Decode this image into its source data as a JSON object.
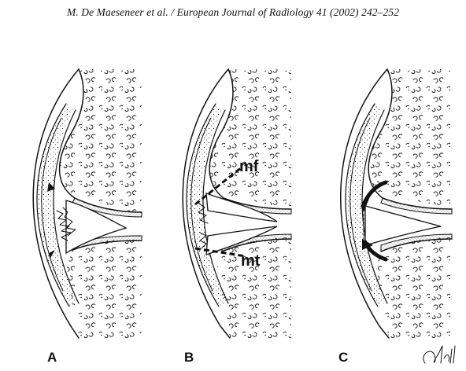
{
  "header": {
    "text": "M. De Maeseneer et al. / European Journal of Radiology 41 (2002) 242–252"
  },
  "figure": {
    "panels": [
      {
        "letter": "A",
        "callouts": []
      },
      {
        "letter": "B",
        "callouts": [
          "mf",
          "mt"
        ]
      },
      {
        "letter": "C",
        "callouts": []
      }
    ]
  },
  "icons": {
    "arrowhead": "arrowhead-icon",
    "curved_arrow": "curved-arrow-icon",
    "signature": "artist-signature-icon"
  }
}
